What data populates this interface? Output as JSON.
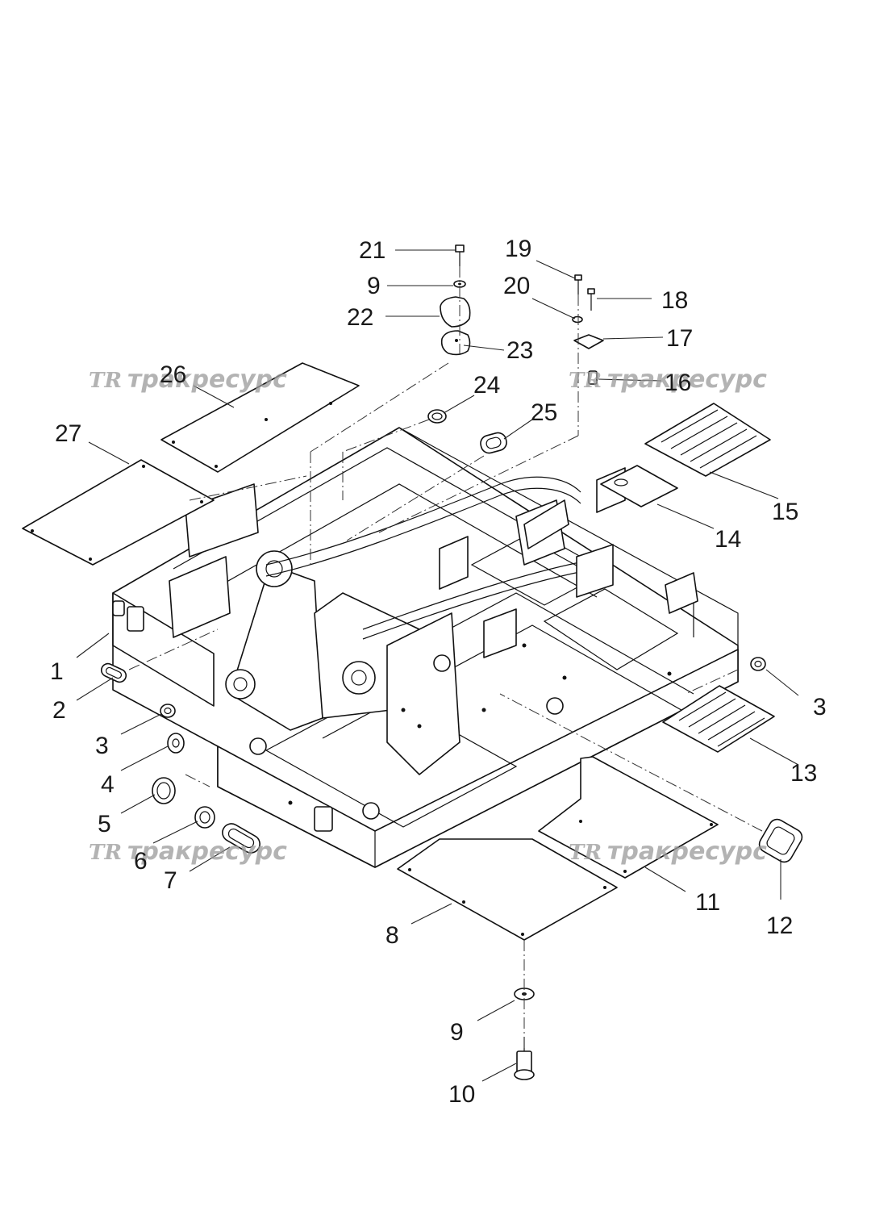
{
  "watermark": {
    "text": "тракресурс",
    "logo": "TR"
  },
  "callouts": [
    {
      "id": "1",
      "text": "1"
    },
    {
      "id": "2",
      "text": "2"
    },
    {
      "id": "3a",
      "text": "3"
    },
    {
      "id": "3b",
      "text": "3"
    },
    {
      "id": "4",
      "text": "4"
    },
    {
      "id": "5",
      "text": "5"
    },
    {
      "id": "6",
      "text": "6"
    },
    {
      "id": "7",
      "text": "7"
    },
    {
      "id": "8",
      "text": "8"
    },
    {
      "id": "9a",
      "text": "9"
    },
    {
      "id": "9b",
      "text": "9"
    },
    {
      "id": "10",
      "text": "10"
    },
    {
      "id": "11",
      "text": "11"
    },
    {
      "id": "12",
      "text": "12"
    },
    {
      "id": "13",
      "text": "13"
    },
    {
      "id": "14",
      "text": "14"
    },
    {
      "id": "15",
      "text": "15"
    },
    {
      "id": "16",
      "text": "16"
    },
    {
      "id": "17",
      "text": "17"
    },
    {
      "id": "18",
      "text": "18"
    },
    {
      "id": "19",
      "text": "19"
    },
    {
      "id": "20",
      "text": "20"
    },
    {
      "id": "21",
      "text": "21"
    },
    {
      "id": "22",
      "text": "22"
    },
    {
      "id": "23",
      "text": "23"
    },
    {
      "id": "24",
      "text": "24"
    },
    {
      "id": "25",
      "text": "25"
    },
    {
      "id": "26",
      "text": "26"
    },
    {
      "id": "27",
      "text": "27"
    }
  ]
}
